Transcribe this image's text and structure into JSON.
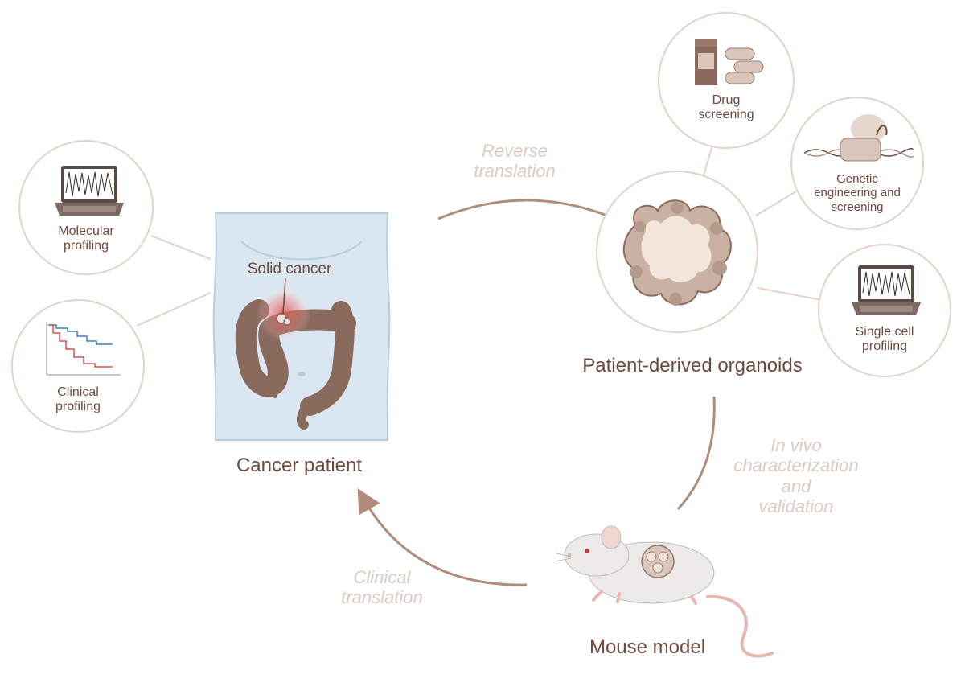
{
  "nodes": {
    "cancer_patient": "Cancer patient",
    "solid_cancer": "Solid cancer",
    "organoids": "Patient-derived organoids",
    "mouse_model": "Mouse model"
  },
  "profiling": {
    "molecular": [
      "Molecular",
      "profiling"
    ],
    "clinical": [
      "Clinical",
      "profiling"
    ]
  },
  "applications": {
    "drug": [
      "Drug",
      "screening"
    ],
    "genetic": [
      "Genetic",
      "engineering and",
      "screening"
    ],
    "single_cell": [
      "Single cell",
      "profiling"
    ]
  },
  "transitions": {
    "reverse": [
      "Reverse",
      "translation"
    ],
    "in_vivo": [
      "In vivo",
      "characterization",
      "and",
      "validation"
    ],
    "clinical": [
      "Clinical",
      "translation"
    ]
  },
  "colors": {
    "label": "#6d4a3c",
    "arrow": "#b08d7b",
    "arrow_label": "#dccbc2",
    "circle_stroke": "#dccbc2",
    "accent_red": "#e05050",
    "accent_blue": "#3b7fc4"
  }
}
